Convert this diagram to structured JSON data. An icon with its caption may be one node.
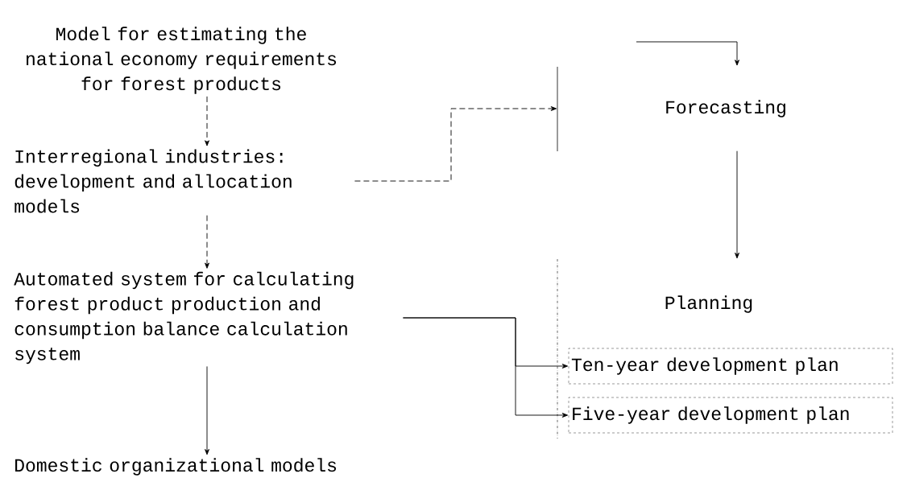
{
  "diagram": {
    "nodes": [
      {
        "text": [
          "Model for estimating the national economy requirements for forest products"
        ]
      },
      {
        "text": [
          "Interregional industries: development and allocation models"
        ]
      },
      {
        "text": [
          "Automated system for calculating forest product production and consumption balance calculation system"
        ]
      },
      {
        "text": [
          "Domestic organizational models"
        ]
      },
      {
        "text": [
          "Forecasting"
        ]
      },
      {
        "text": [
          "Planning"
        ]
      },
      {
        "text": [
          "Ten-year development plan"
        ]
      },
      {
        "text": [
          "Five-year development plan"
        ]
      }
    ],
    "edges": [
      {
        "from": 0,
        "to": 1,
        "arrow": "to",
        "style": "dashed"
      },
      {
        "from": 1,
        "to": 2,
        "arrow": "to",
        "style": "dashed"
      },
      {
        "from": 2,
        "to": 3,
        "arrow": "to"
      },
      {
        "from": 1,
        "to": 4,
        "arrow": "to",
        "style": "dashed"
      },
      {
        "from": null,
        "to": 4,
        "arrow": "to"
      },
      {
        "from": 4,
        "to": 5,
        "arrow": "to"
      },
      {
        "from": 2,
        "to": 6,
        "arrow": "to"
      },
      {
        "from": 2,
        "to": 7,
        "arrow": "to"
      }
    ]
  }
}
